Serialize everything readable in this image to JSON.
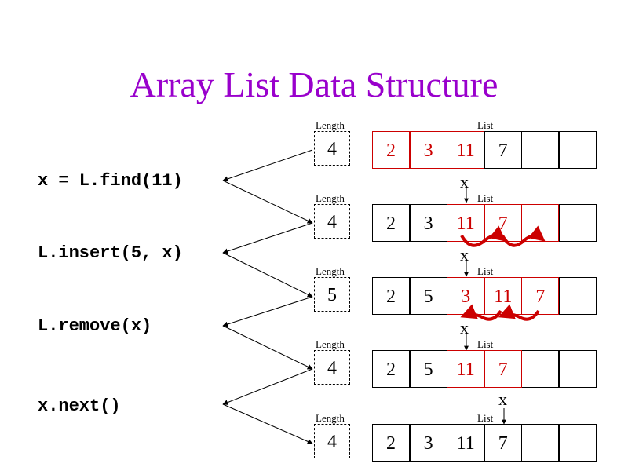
{
  "title": "Array List Data Structure",
  "operations": [
    {
      "text": "x = L.find(11)"
    },
    {
      "text": "L.insert(5, x)"
    },
    {
      "text": "L.remove(x)"
    },
    {
      "text": "x.next()"
    }
  ],
  "length_label": "Length",
  "list_label": "List",
  "pointer_label": "x",
  "colors": {
    "title": "#9900cc",
    "highlight": "#cc0000",
    "ink": "#000000"
  },
  "states": [
    {
      "length": "4",
      "cells": [
        "2",
        "3",
        "11",
        "7",
        "",
        ""
      ],
      "red_text": [
        0,
        1,
        2
      ],
      "red_border": [
        0,
        1,
        2
      ],
      "pointer_index": null
    },
    {
      "length": "4",
      "cells": [
        "2",
        "3",
        "11",
        "7",
        "",
        ""
      ],
      "red_text": [
        2,
        3
      ],
      "red_border": [
        2,
        3,
        4
      ],
      "pointer_index": 2
    },
    {
      "length": "5",
      "cells": [
        "2",
        "5",
        "3",
        "11",
        "7",
        ""
      ],
      "red_text": [
        2,
        3,
        4
      ],
      "red_border": [
        2,
        3,
        4
      ],
      "pointer_index": 2
    },
    {
      "length": "4",
      "cells": [
        "2",
        "5",
        "11",
        "7",
        "",
        ""
      ],
      "red_text": [
        2,
        3
      ],
      "red_border": [
        2,
        3
      ],
      "pointer_index": 2
    },
    {
      "length": "4",
      "cells": [
        "2",
        "3",
        "11",
        "7",
        "",
        ""
      ],
      "red_text": [],
      "red_border": [],
      "pointer_index": 3
    }
  ]
}
